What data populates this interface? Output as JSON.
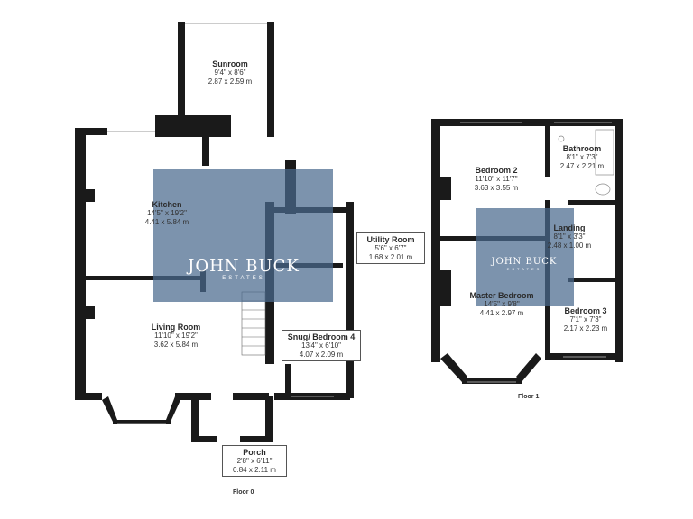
{
  "floors": [
    {
      "name": "Floor 0"
    },
    {
      "name": "Floor 1"
    }
  ],
  "rooms": {
    "sunroom": {
      "name": "Sunroom",
      "imperial": "9'4\" x 8'6\"",
      "metric": "2.87 x 2.59 m"
    },
    "kitchen": {
      "name": "Kitchen",
      "imperial": "14'5\" x 19'2\"",
      "metric": "4.41 x 5.84 m"
    },
    "living": {
      "name": "Living Room",
      "imperial": "11'10\" x 19'2\"",
      "metric": "3.62 x 5.84 m"
    },
    "utility": {
      "name": "Utility Room",
      "imperial": "5'6\" x 6'7\"",
      "metric": "1.68 x 2.01 m"
    },
    "snug": {
      "name": "Snug/ Bedroom 4",
      "imperial": "13'4\" x 6'10\"",
      "metric": "4.07 x 2.09 m"
    },
    "porch": {
      "name": "Porch",
      "imperial": "2'8\" x 6'11\"",
      "metric": "0.84 x 2.11 m"
    },
    "bedroom2": {
      "name": "Bedroom 2",
      "imperial": "11'10\" x 11'7\"",
      "metric": "3.63 x 3.55 m"
    },
    "bathroom": {
      "name": "Bathroom",
      "imperial": "8'1\" x 7'3\"",
      "metric": "2.47 x 2.21 m"
    },
    "landing": {
      "name": "Landing",
      "imperial": "8'1\" x 3'3\"",
      "metric": "2.48 x 1.00 m"
    },
    "master": {
      "name": "Master Bedroom",
      "imperial": "14'5\" x 9'8\"",
      "metric": "4.41 x 2.97 m"
    },
    "bedroom3": {
      "name": "Bedroom 3",
      "imperial": "7'1\" x 7'3\"",
      "metric": "2.17 x 2.23 m"
    }
  },
  "watermark": {
    "name": "JOHN BUCK",
    "tagline": "ESTATES"
  },
  "colors": {
    "wall": "#1a1a1a",
    "overlay": "#4a6a8e",
    "window": "#9a9a9a",
    "background": "#ffffff"
  }
}
